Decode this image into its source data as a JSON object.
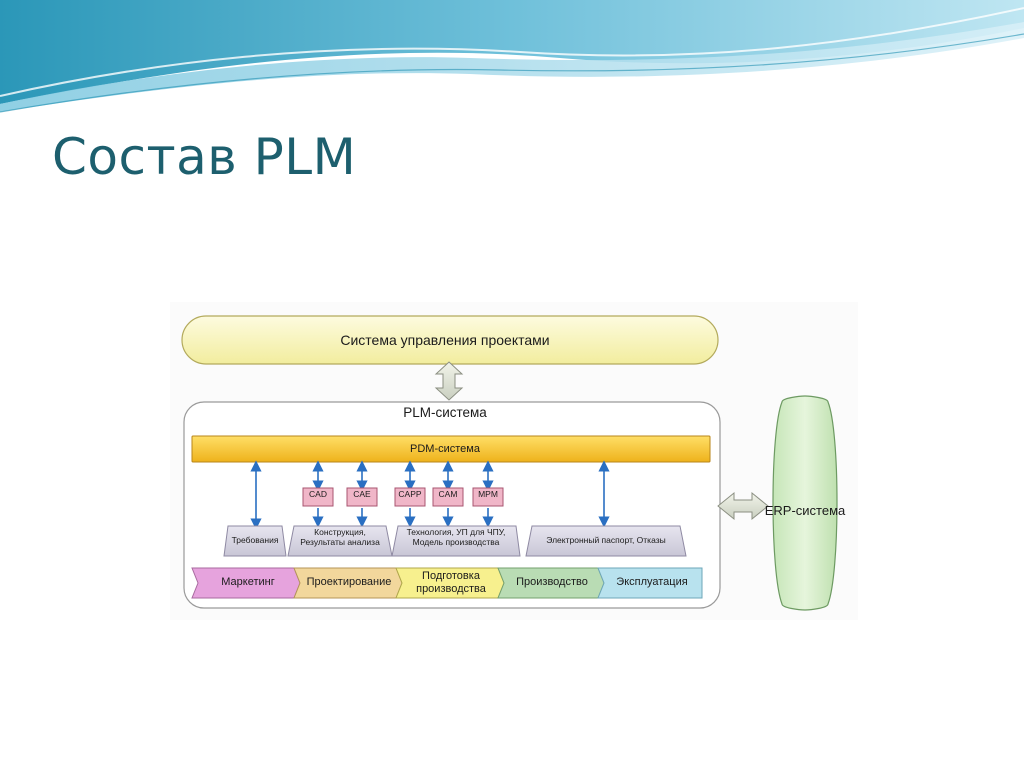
{
  "slide": {
    "title": "Состав PLM",
    "colors": {
      "title": "#1d5f6e",
      "wave_dark": "#1f8fb0",
      "wave_light": "#a6d8ea",
      "arrow": "#2a6fc2"
    }
  },
  "diagram": {
    "project_management": "Система управления проектами",
    "plm_system": "PLM-система",
    "pdm_system": "PDM-система",
    "tools": [
      "CAD",
      "CAE",
      "CAPP",
      "CAM",
      "MPM"
    ],
    "areas": [
      {
        "line1": "Требования",
        "line2": ""
      },
      {
        "line1": "Конструкция,",
        "line2": "Результаты анализа"
      },
      {
        "line1": "Технология, УП для ЧПУ,",
        "line2": "Модель производства"
      },
      {
        "line1": "Электронный паспорт, Отказы",
        "line2": ""
      }
    ],
    "phases": [
      {
        "line1": "Маркетинг",
        "line2": "",
        "color": "#e6a3dd"
      },
      {
        "line1": "Проектирование",
        "line2": "",
        "color": "#f2d79c"
      },
      {
        "line1": "Подготовка",
        "line2": "производства",
        "color": "#f7f08e"
      },
      {
        "line1": "Производство",
        "line2": "",
        "color": "#b9dcb4"
      },
      {
        "line1": "Эксплуатация",
        "line2": "",
        "color": "#b8e2ee"
      }
    ],
    "erp": "ERP-система"
  }
}
